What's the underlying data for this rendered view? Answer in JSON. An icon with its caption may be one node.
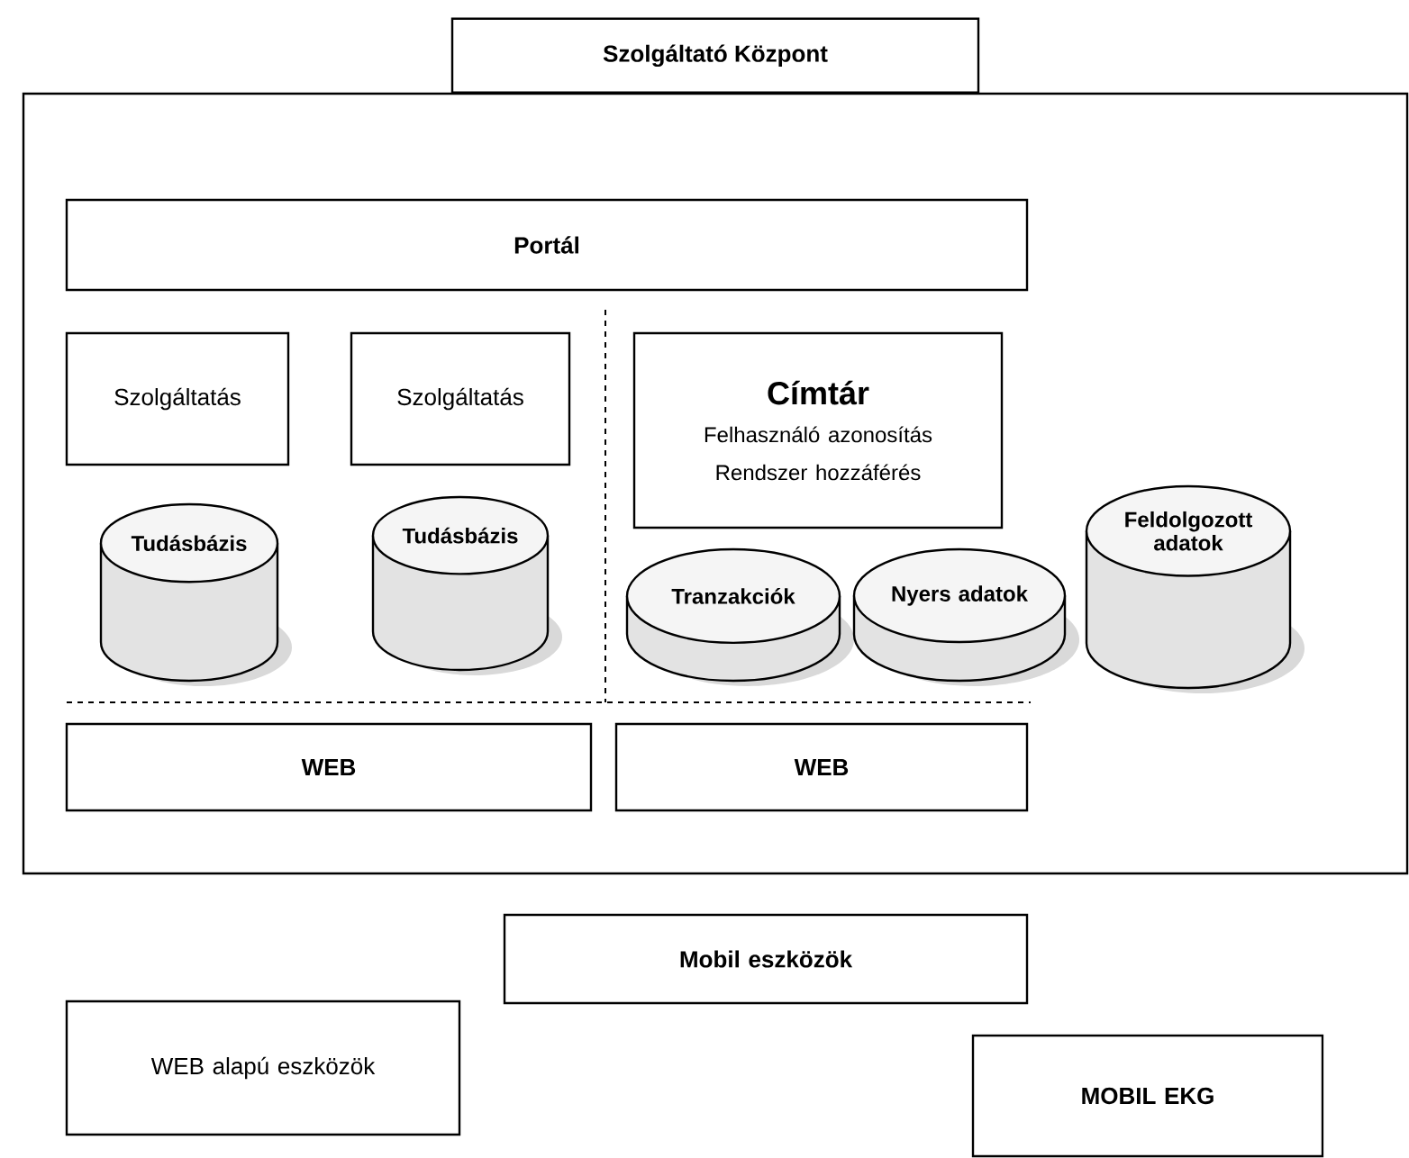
{
  "diagram": {
    "nodes": [
      {
        "text": [
          "Szolgáltató Központ"
        ]
      },
      {
        "text": [
          "Portál"
        ],
        "in": 0
      },
      {
        "text": [
          "Szolgáltatás"
        ],
        "in": 0
      },
      {
        "text": [
          "Szolgáltatás"
        ],
        "in": 0
      },
      {
        "text": [
          "Címtár",
          "Felhasználó azonosítás",
          "Rendszer hozzáférés"
        ],
        "in": 0
      },
      {
        "text": [
          "Tudásbázis"
        ],
        "in": 0
      },
      {
        "text": [
          "Tudásbázis"
        ],
        "in": 0
      },
      {
        "text": [
          "Tranzakciók"
        ],
        "in": 0
      },
      {
        "text": [
          "Nyers adatok"
        ],
        "in": 0
      },
      {
        "text": [
          "Feldolgozott adatok"
        ],
        "in": 0
      },
      {
        "text": [
          "WEB"
        ],
        "in": 0
      },
      {
        "text": [
          "WEB"
        ],
        "in": 0
      },
      {
        "text": [
          "Mobil eszközök"
        ]
      },
      {
        "text": [
          "WEB alapú eszközök"
        ]
      },
      {
        "text": [
          "MOBIL EKG"
        ]
      }
    ]
  }
}
